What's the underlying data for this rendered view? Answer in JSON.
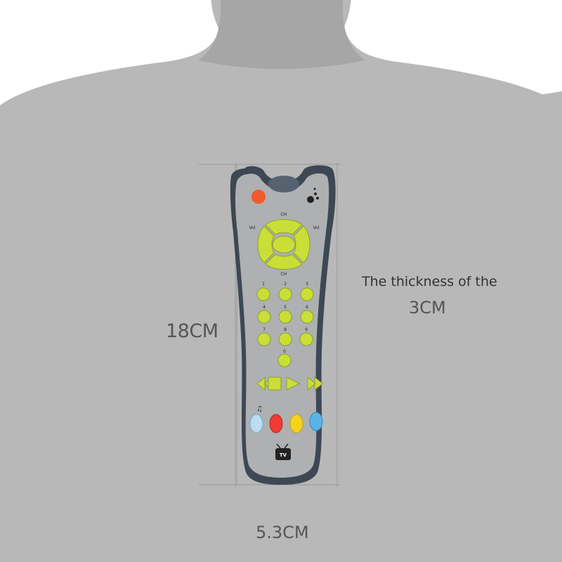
{
  "product": {
    "name": "toy tv remote control",
    "body_color": "#aeb0b2",
    "frame_color": "#3d4854",
    "button_color": "#c9df38",
    "accent_colors": [
      "#f25a2c",
      "#f03a32",
      "#f5d31c",
      "#58b4e8",
      "#b9def2"
    ]
  },
  "remote_labels": {
    "ch_top": "CH",
    "ch_bottom": "CH",
    "vol_left": "Vol",
    "vol_right": "Vol",
    "digits": [
      "1",
      "2",
      "3",
      "4",
      "5",
      "6",
      "7",
      "8",
      "9",
      "0"
    ],
    "tv_badge": "TV"
  },
  "dimensions": {
    "height": "18CM",
    "width": "5.3CM",
    "thickness_label": "The thickness of the",
    "thickness": "3CM"
  },
  "colors": {
    "silhouette": "#b8b8b8",
    "guide_lines": "#9a9a9a"
  }
}
